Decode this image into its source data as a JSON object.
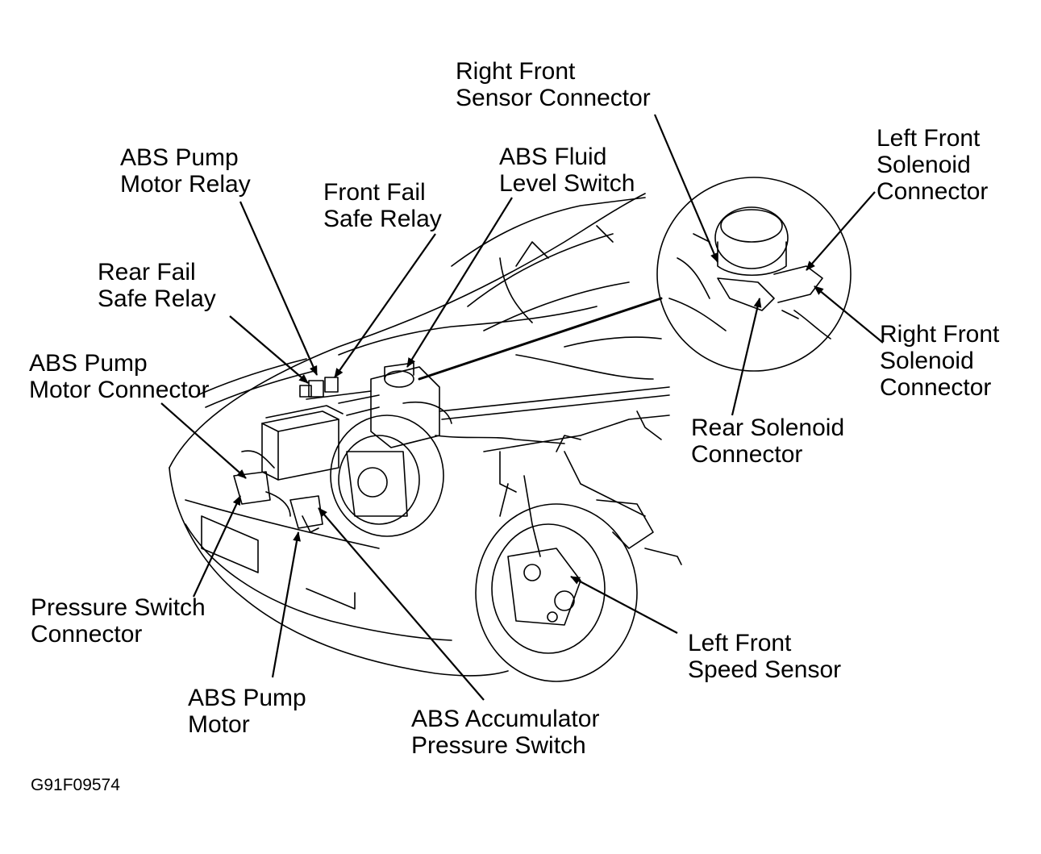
{
  "labels": {
    "right_front_sensor_connector": [
      "Right Front",
      "Sensor Connector"
    ],
    "left_front_solenoid_connector": [
      "Left Front",
      "Solenoid",
      "Connector"
    ],
    "abs_pump_motor_relay": [
      "ABS Pump",
      "Motor Relay"
    ],
    "abs_fluid_level_switch": [
      "ABS Fluid",
      "Level Switch"
    ],
    "front_fail_safe_relay": [
      "Front Fail",
      "Safe Relay"
    ],
    "rear_fail_safe_relay": [
      "Rear Fail",
      "Safe Relay"
    ],
    "abs_pump_motor_connector": [
      "ABS Pump",
      "Motor Connector"
    ],
    "right_front_solenoid_connector": [
      "Right Front",
      "Solenoid",
      "Connector"
    ],
    "rear_solenoid_connector": [
      "Rear Solenoid",
      "Connector"
    ],
    "pressure_switch_connector": [
      "Pressure Switch",
      "Connector"
    ],
    "left_front_speed_sensor": [
      "Left Front",
      "Speed Sensor"
    ],
    "abs_pump_motor": [
      "ABS Pump",
      "Motor"
    ],
    "abs_accumulator_pressure_switch": [
      "ABS Accumulator",
      "Pressure Switch"
    ]
  },
  "figure_id": "G91F09574",
  "colors": {
    "ink": "#000000",
    "paper": "#ffffff"
  }
}
